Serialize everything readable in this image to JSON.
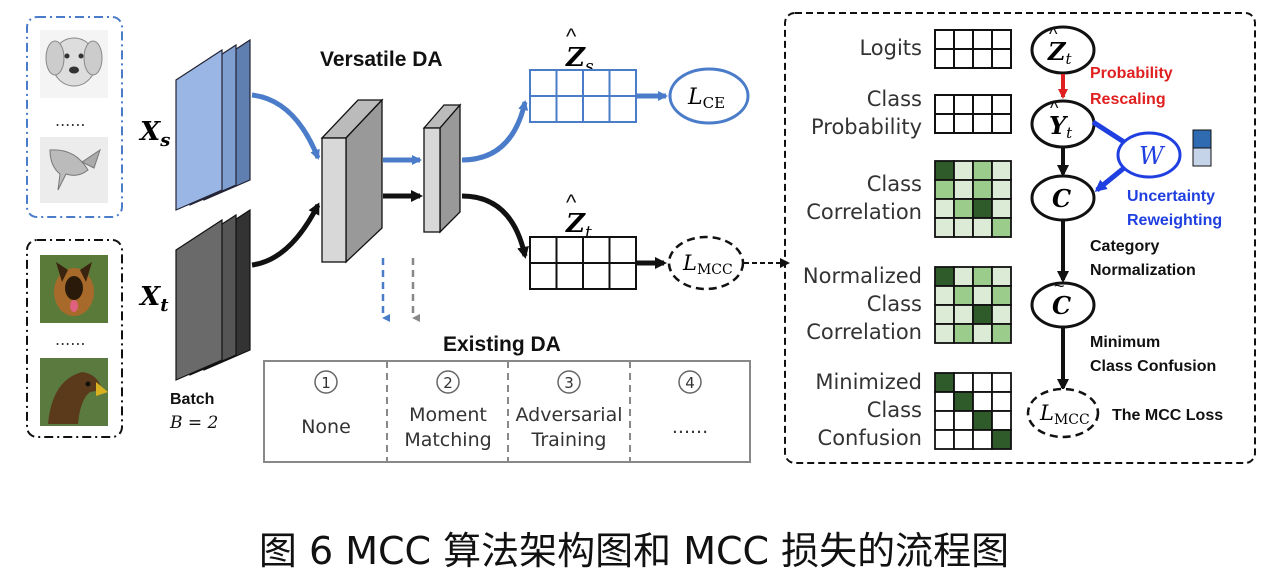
{
  "title": "Versatile DA",
  "source_label": "X",
  "source_sub": "s",
  "target_label": "X",
  "target_sub": "t",
  "dots_source": "......",
  "dots_target": "......",
  "batch_label": "Batch",
  "batch_eq": "B = 2",
  "zs_label": "Z",
  "zs_sub": "s",
  "zt_label": "Z",
  "zt_sub": "t",
  "lce_main": "L",
  "lce_sub": "CE",
  "lmcc_main": "L",
  "lmcc_sub": "MCC",
  "existing_title": "Existing DA",
  "existing_options": [
    {
      "num": "1",
      "lines": [
        "None"
      ]
    },
    {
      "num": "2",
      "lines": [
        "Moment",
        "Matching"
      ]
    },
    {
      "num": "3",
      "lines": [
        "Adversarial",
        "Training"
      ]
    },
    {
      "num": "4",
      "lines": [
        "......"
      ]
    }
  ],
  "panel": {
    "rows": [
      {
        "lines": [
          "Logits"
        ]
      },
      {
        "lines": [
          "Class",
          "Probability"
        ]
      },
      {
        "lines": [
          "Class",
          "Correlation"
        ]
      },
      {
        "lines": [
          "Normalized",
          "Class",
          "Correlation"
        ]
      },
      {
        "lines": [
          "Minimized",
          "Class",
          "Confusion"
        ]
      }
    ],
    "node_zt": "Z",
    "node_zt_sub": "t",
    "node_yt": "Y",
    "node_yt_sub": "t",
    "node_w": "W",
    "node_c": "C",
    "node_ctilde": "C",
    "node_lmcc": "L",
    "node_lmcc_sub": "MCC",
    "step_rescale": [
      "Probability",
      "Rescaling"
    ],
    "step_reweight": [
      "Uncertainty",
      "Reweighting"
    ],
    "step_norm": [
      "Category",
      "Normalization"
    ],
    "step_min": [
      "Minimum",
      "Class Confusion"
    ],
    "loss_label": "The MCC Loss"
  },
  "colors": {
    "source_blue": "#4a7cc9",
    "target_black": "#111111",
    "rescale_red": "#e02020",
    "reweight_blue": "#1f3fe0",
    "dark_green": "#2f5a2a",
    "mid_green": "#9ccc8c",
    "light_green": "#dcebd5"
  },
  "caption": "图 6 MCC 算法架构图和 MCC 损失的流程图"
}
